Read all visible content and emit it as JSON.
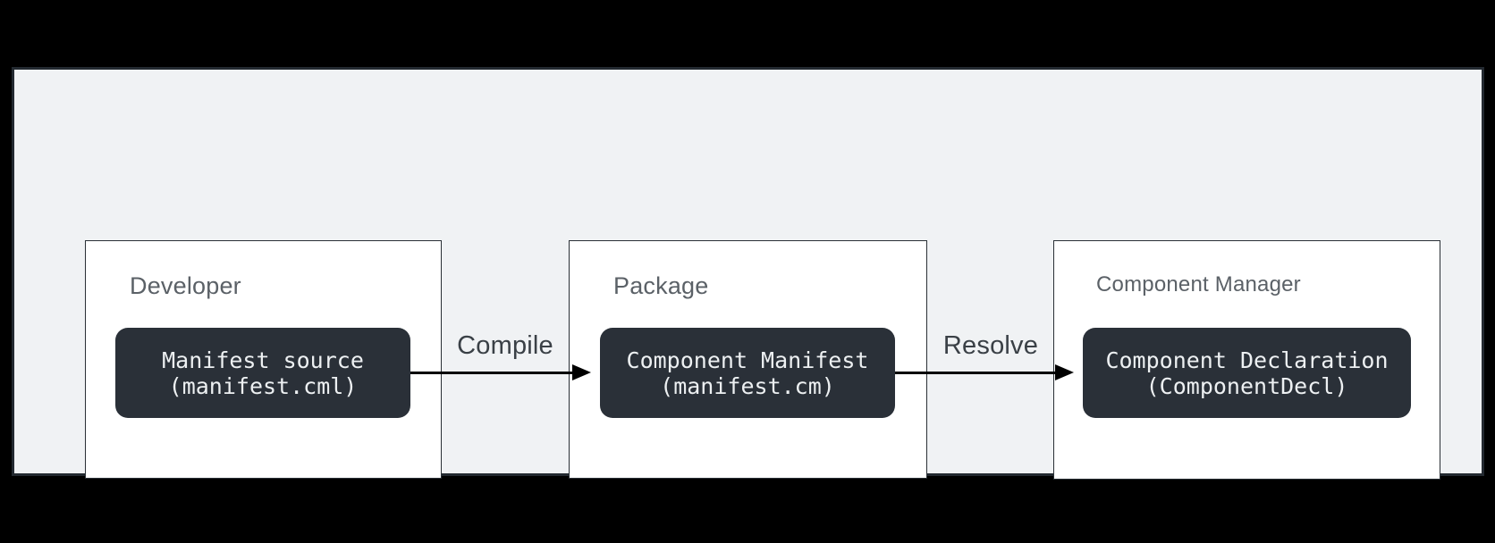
{
  "canvas": {
    "background_color": "#000000"
  },
  "panel": {
    "background_color": "#f0f2f4",
    "border_color": "#232930"
  },
  "diagram": {
    "nodes": [
      {
        "label": "Developer",
        "artifact_line1": "Manifest source",
        "artifact_line2": "(manifest.cml)"
      },
      {
        "label": "Package",
        "artifact_line1": "Component Manifest",
        "artifact_line2": "(manifest.cm)"
      },
      {
        "label": "Component Manager",
        "artifact_line1": "Component Declaration",
        "artifact_line2": "(ComponentDecl)"
      }
    ],
    "edges": [
      {
        "label": "Compile",
        "from": "Manifest source",
        "to": "Component Manifest"
      },
      {
        "label": "Resolve",
        "from": "Component Manifest",
        "to": "Component Declaration"
      }
    ],
    "colors": {
      "node_fill": "#ffffff",
      "node_border": "#2a3036",
      "artifact_fill": "#2a3038",
      "artifact_text": "#edf0f2",
      "node_label_text": "#5b6167",
      "edge_label_text": "#3a4046",
      "arrow": "#000000"
    }
  }
}
